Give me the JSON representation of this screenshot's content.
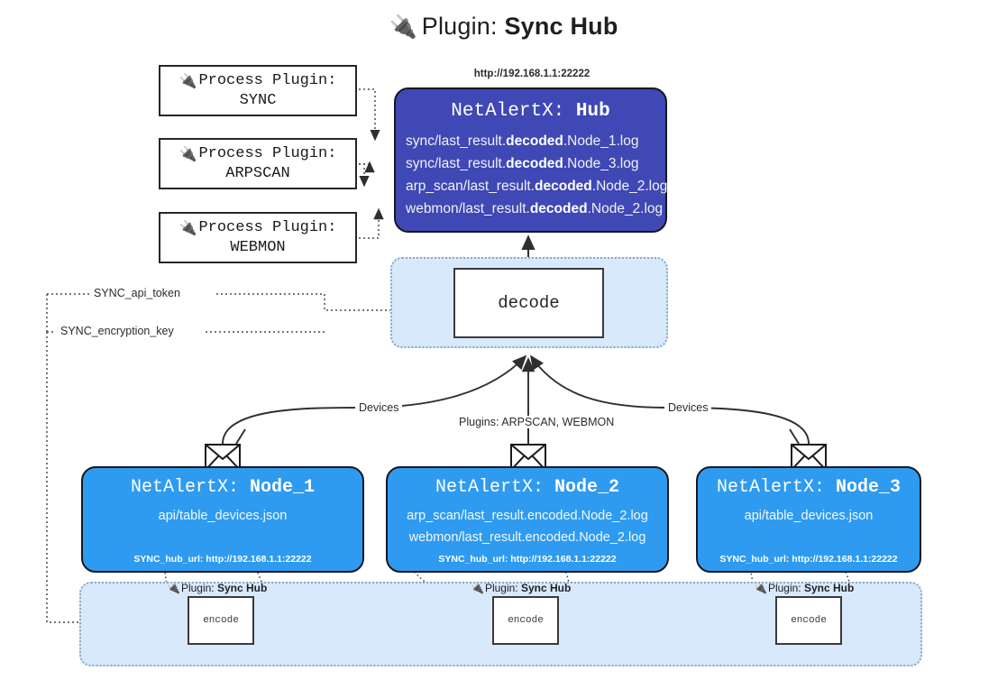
{
  "title": {
    "icon": "plug-icon",
    "glyph": "🔌",
    "prefix": "Plugin:",
    "name": "Sync Hub"
  },
  "colors": {
    "hub_fill": "#3f48b4",
    "node_fill": "#2e9bf0",
    "group_fill": "#d7e9fb",
    "group_border": "#8aa8c4",
    "box_border": "#16181f",
    "page_bg": "#ffffff"
  },
  "process_plugins": [
    {
      "heading": "Process Plugin:",
      "name": "SYNC",
      "icon": "plug-icon",
      "glyph": "🔌"
    },
    {
      "heading": "Process Plugin:",
      "name": "ARPSCAN",
      "icon": "plug-icon",
      "glyph": "🔌"
    },
    {
      "heading": "Process Plugin:",
      "name": "WEBMON",
      "icon": "plug-icon",
      "glyph": "🔌"
    }
  ],
  "hub": {
    "url": "http://192.168.1.1:22222",
    "app": "NetAlertX:",
    "name": "Hub",
    "logs": [
      {
        "pre": "sync/last_result.",
        "em": "decoded",
        "post": ".Node_1.log"
      },
      {
        "pre": "sync/last_result.",
        "em": "decoded",
        "post": ".Node_3.log"
      },
      {
        "pre": "arp_scan/last_result.",
        "em": "decoded",
        "post": ".Node_2.log"
      },
      {
        "pre": "webmon/last_result.",
        "em": "decoded",
        "post": ".Node_2.log"
      }
    ]
  },
  "decode": {
    "label": "decode"
  },
  "settings": [
    {
      "label": "SYNC_api_token"
    },
    {
      "label": "SYNC_encryption_key"
    }
  ],
  "edge_labels": {
    "devices_left": "Devices",
    "devices_right": "Devices",
    "plugins_center": "Plugins: ARPSCAN, WEBMON"
  },
  "nodes": [
    {
      "app": "NetAlertX:",
      "name": "Node_1",
      "lines": [
        "api/table_devices.json"
      ],
      "footer": "SYNC_hub_url: http://192.168.1.1:22222",
      "icon": "envelope-icon"
    },
    {
      "app": "NetAlertX:",
      "name": "Node_2",
      "lines": [
        "arp_scan/last_result.encoded.Node_2.log",
        "webmon/last_result.encoded.Node_2.log"
      ],
      "footer": "SYNC_hub_url: http://192.168.1.1:22222",
      "icon": "envelope-icon"
    },
    {
      "app": "NetAlertX:",
      "name": "Node_3",
      "lines": [
        "api/table_devices.json"
      ],
      "footer": "SYNC_hub_url: http://192.168.1.1:22222",
      "icon": "envelope-icon"
    }
  ],
  "encoders": [
    {
      "plugin_prefix": "Plugin:",
      "plugin_name": "Sync Hub",
      "glyph": "🔌",
      "label": "encode"
    },
    {
      "plugin_prefix": "Plugin:",
      "plugin_name": "Sync Hub",
      "glyph": "🔌",
      "label": "encode"
    },
    {
      "plugin_prefix": "Plugin:",
      "plugin_name": "Sync Hub",
      "glyph": "🔌",
      "label": "encode"
    }
  ]
}
